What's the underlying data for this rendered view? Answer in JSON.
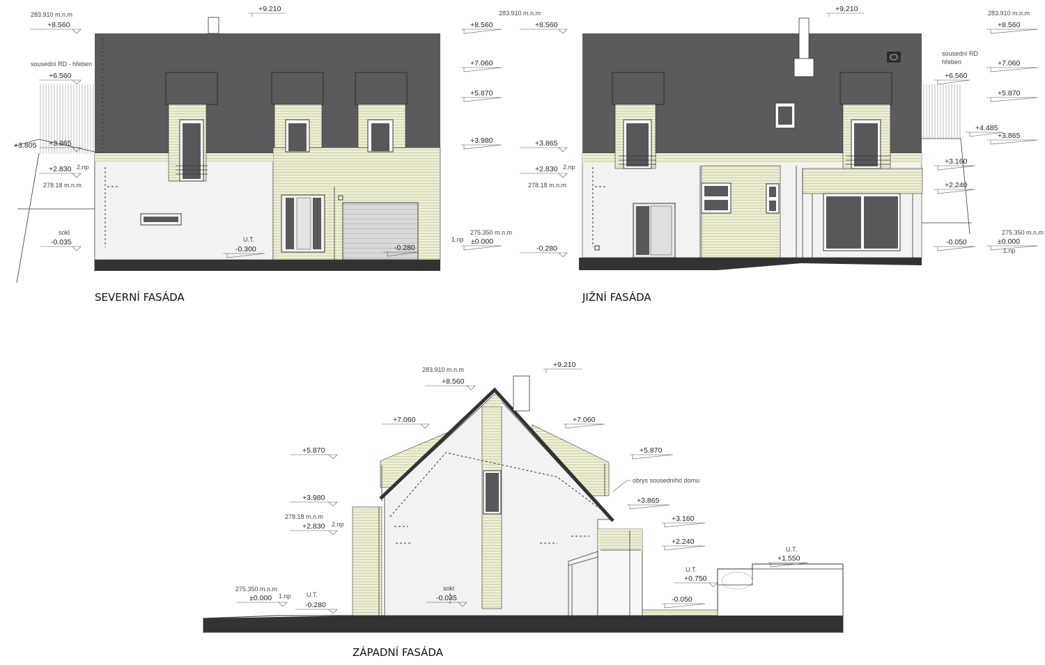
{
  "colors": {
    "roof": "#5b5b5d",
    "cladding": "#eeeed3",
    "wall": "#f2f2f2",
    "window": "#58585a",
    "ground": "#333333"
  },
  "north": {
    "title": "SEVERNÍ FASÁDA",
    "abs_top": "283.910  m.n.m",
    "ridge": "+9.210",
    "l_856": "+8.560",
    "r_856": "+8.560",
    "r_706": "+7.060",
    "r_587": "+5.870",
    "r_398": "+3.980",
    "neigh_ridge": "sousední RD - hřeben",
    "l_656": "+6.560",
    "l_3805": "+3.805",
    "l_3865": "+3.865",
    "l_283": "+2.830",
    "l_2np": "2.np",
    "l_abs2": "278.18  m.n.m",
    "sokl": "sokl",
    "sokl_v": "-0.035",
    "ut": "U.T.",
    "ut_v": "-0.300",
    "m028": "-0.280",
    "abs1": "275.350  m.n.m",
    "np1": "1.np",
    "zero": "±0.000"
  },
  "south": {
    "title": "JIŽNÍ FASÁDA",
    "abs_top": "283.910  m.n.m",
    "ridge": "+9.210",
    "l_856": "+8.560",
    "r_abs_top": "283.910  m.n.m",
    "r_856": "+8.560",
    "r_706": "+7.060",
    "neigh_ridge1": "sousední RD",
    "neigh_ridge2": "hřeben",
    "r_656": "+6.560",
    "r_587": "+5.870",
    "r_4485": "+4.485",
    "r_3865": "+3.865",
    "r_316": "+3.160",
    "r_224": "+2.240",
    "l_3865": "+3.865",
    "l_283": "+2.830",
    "l_2np": "2.np",
    "l_abs2": "278.18  m.n.m",
    "l_m028": "-0.280",
    "r_m005": "-0.050",
    "abs1": "275.350  m.n.m",
    "zero": "±0.000",
    "np1": "1.np"
  },
  "west": {
    "title": "ZÁPADNÍ FASÁDA",
    "abs_top": "283.910  m.n.m",
    "ridge": "+9.210",
    "t_856": "+8.560",
    "l_706": "+7.060",
    "r_706": "+7.060",
    "l_587": "+5.870",
    "r_587": "+5.870",
    "outline": "obrys sousedního domu",
    "l_398": "+3.980",
    "r_3865": "+3.865",
    "l_abs2": "278.18  m.n.m",
    "l_283": "+2.830",
    "l_2np": "2.np",
    "r_316": "+3.160",
    "r_224": "+2.240",
    "ut_r": "U.T.",
    "ut_r_v": "+1.550",
    "ut_m": "U.T.",
    "ut_m_v": "+0.750",
    "abs1": "275.350  m.n.m",
    "zero": "±0.000",
    "np1": "1.np",
    "ut_l": "U.T.",
    "ut_l_v": "-0.280",
    "sokl": "sokl",
    "sokl_v": "-0.035",
    "r_m005": "-0.050"
  }
}
